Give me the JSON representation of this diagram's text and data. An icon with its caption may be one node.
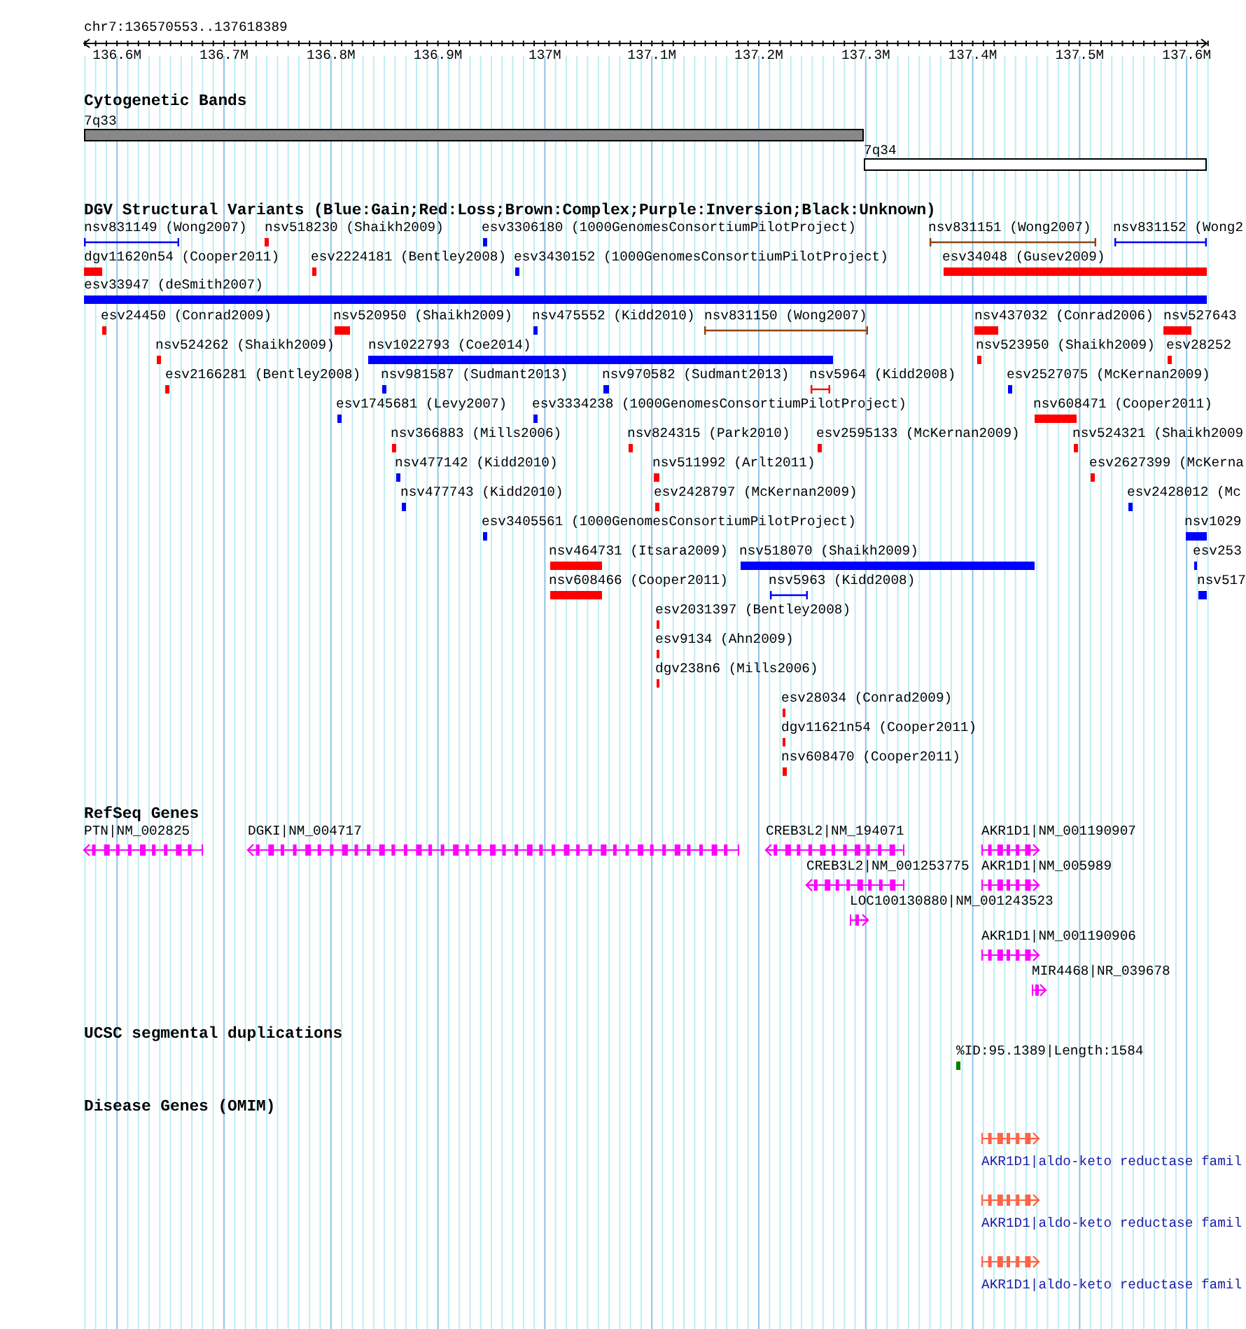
{
  "diagram": {
    "title": "chr7:136570553..137618389",
    "labels": [
      "136.6M",
      "136.7M",
      "136.8M",
      "136.9M",
      "137M",
      "137.1M",
      "137.2M",
      "137.3M",
      "137.4M",
      "137.5M",
      "137.6M",
      "Cytogenetic Bands",
      "7q33",
      "7q34",
      "DGV Structural Variants (Blue:Gain;Red:Loss;Brown:Complex;Purple:Inversion;Black:Unknown)",
      "nsv831149 (Wong2007)",
      "nsv518230 (Shaikh2009)",
      "esv3306180 (1000GenomesConsortiumPilotProject)",
      "nsv831151 (Wong2007)",
      "nsv831152 (Wong2",
      "dgv11620n54 (Cooper2011)",
      "esv2224181 (Bentley2008)",
      "esv3430152 (1000GenomesConsortiumPilotProject)",
      "esv34048 (Gusev2009)",
      "esv33947 (deSmith2007)",
      "esv24450 (Conrad2009)",
      "nsv520950 (Shaikh2009)",
      "nsv475552 (Kidd2010)",
      "nsv831150 (Wong2007)",
      "nsv437032 (Conrad2006)",
      "nsv527643",
      "nsv524262 (Shaikh2009)",
      "nsv1022793 (Coe2014)",
      "nsv523950 (Shaikh2009)",
      "esv28252",
      "esv2166281 (Bentley2008)",
      "nsv981587 (Sudmant2013)",
      "nsv970582 (Sudmant2013)",
      "nsv5964 (Kidd2008)",
      "esv2527075 (McKernan2009)",
      "esv1745681 (Levy2007)",
      "esv3334238 (1000GenomesConsortiumPilotProject)",
      "nsv608471 (Cooper2011)",
      "nsv366883 (Mills2006)",
      "nsv824315 (Park2010)",
      "esv2595133 (McKernan2009)",
      "nsv524321 (Shaikh2009",
      "nsv477142 (Kidd2010)",
      "nsv511992 (Arlt2011)",
      "esv2627399 (McKerna",
      "nsv477743 (Kidd2010)",
      "esv2428797 (McKernan2009)",
      "esv2428012 (Mc",
      "esv3405561 (1000GenomesConsortiumPilotProject)",
      "nsv1029",
      "nsv464731 (Itsara2009)",
      "nsv518070 (Shaikh2009)",
      "esv253",
      "nsv608466 (Cooper2011)",
      "nsv5963 (Kidd2008)",
      "nsv517",
      "esv2031397 (Bentley2008)",
      "esv9134 (Ahn2009)",
      "dgv238n6 (Mills2006)",
      "esv28034 (Conrad2009)",
      "dgv11621n54 (Cooper2011)",
      "nsv608470 (Cooper2011)",
      "RefSeq Genes",
      "PTN|NM_002825",
      "DGKI|NM_004717",
      "CREB3L2|NM_194071",
      "AKR1D1|NM_001190907",
      "CREB3L2|NM_001253775",
      "AKR1D1|NM_005989",
      "LOC100130880|NM_001243523",
      "AKR1D1|NM_001190906",
      "MIR4468|NR_039678",
      "UCSC segmental duplications",
      "%ID:95.1389|Length:1584",
      "Disease Genes (OMIM)",
      "AKR1D1|aldo-keto reductase famil",
      "AKR1D1|aldo-keto reductase famil",
      "AKR1D1|aldo-keto reductase famil"
    ]
  }
}
